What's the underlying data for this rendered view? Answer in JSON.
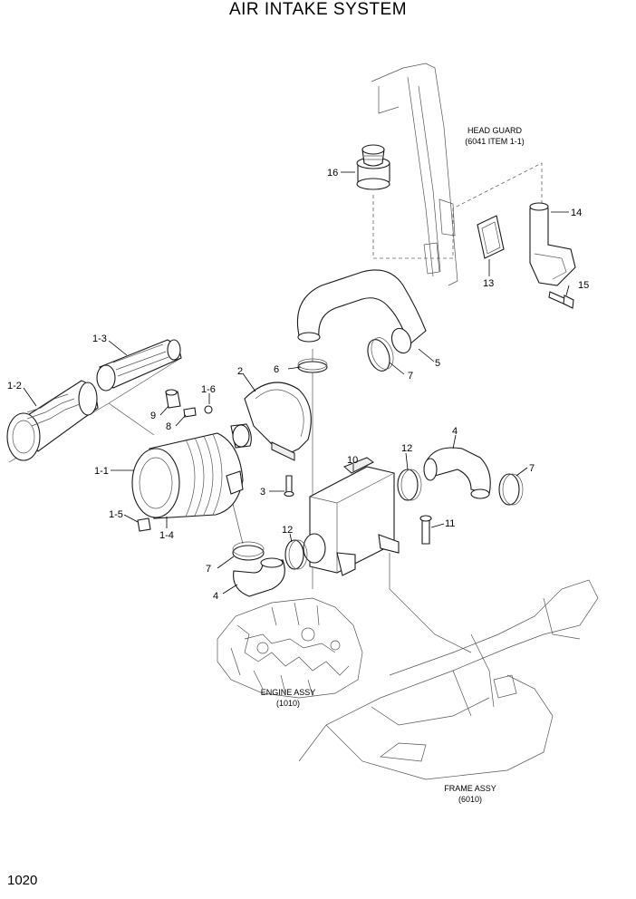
{
  "title": "AIR INTAKE SYSTEM",
  "page_number": "1020",
  "references": {
    "head_guard": {
      "line1": "HEAD GUARD",
      "line2": "(6041 ITEM 1-1)"
    },
    "engine_assy": {
      "line1": "ENGINE ASSY",
      "line2": "(1010)"
    },
    "frame_assy": {
      "line1": "FRAME ASSY",
      "line2": "(6010)"
    }
  },
  "callouts": {
    "c1_1": "1-1",
    "c1_2": "1-2",
    "c1_3": "1-3",
    "c1_4": "1-4",
    "c1_5": "1-5",
    "c1_6": "1-6",
    "c2": "2",
    "c3": "3",
    "c4a": "4",
    "c4b": "4",
    "c5": "5",
    "c6": "6",
    "c7a": "7",
    "c7b": "7",
    "c7c": "7",
    "c8": "8",
    "c9": "9",
    "c10": "10",
    "c11": "11",
    "c12a": "12",
    "c12b": "12",
    "c13": "13",
    "c14": "14",
    "c15": "15",
    "c16": "16"
  }
}
